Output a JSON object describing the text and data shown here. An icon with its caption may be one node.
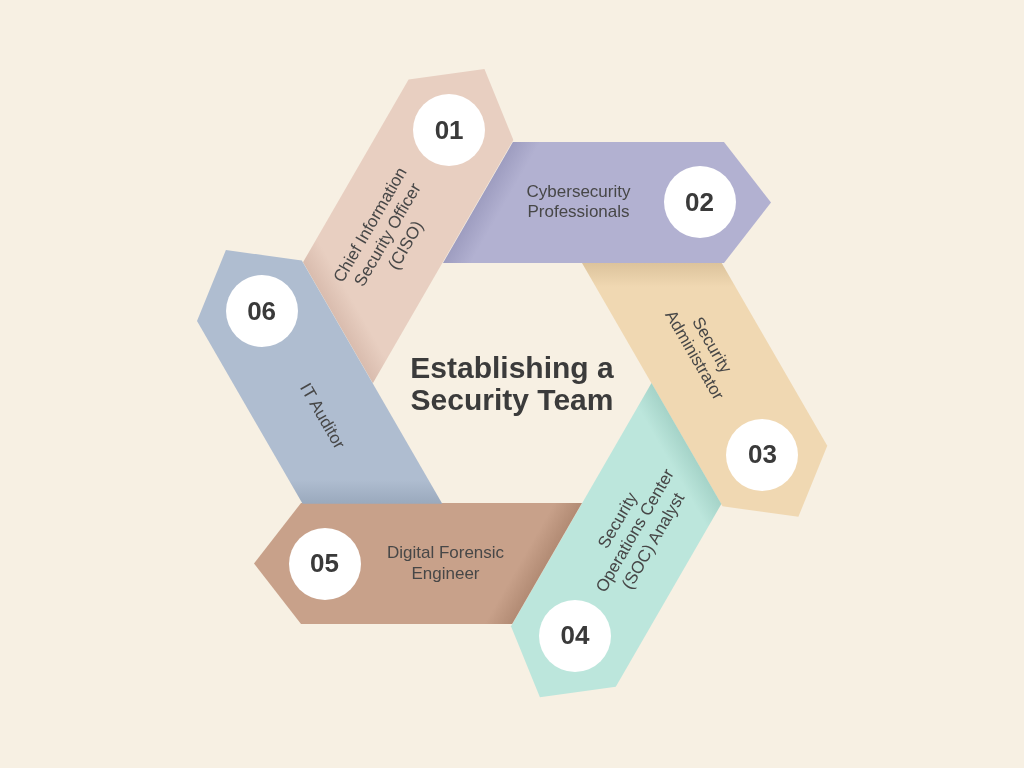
{
  "diagram": {
    "title": "Establishing a Security Team",
    "nodes": [
      {
        "text": [
          "Chief Information Security Officer (CISO)"
        ]
      },
      {
        "text": [
          "01"
        ],
        "in": 0
      },
      {
        "text": [
          "Cybersecurity Professionals"
        ]
      },
      {
        "text": [
          "02"
        ],
        "in": 2
      },
      {
        "text": [
          "Security Administrator"
        ]
      },
      {
        "text": [
          "03"
        ],
        "in": 4
      },
      {
        "text": [
          "Security Operations Center (SOC) Analyst"
        ]
      },
      {
        "text": [
          "04"
        ],
        "in": 6
      },
      {
        "text": [
          "Digital Forensic Engineer"
        ]
      },
      {
        "text": [
          "05"
        ],
        "in": 8
      },
      {
        "text": [
          "IT Auditor"
        ]
      },
      {
        "text": [
          "06"
        ],
        "in": 10
      }
    ]
  }
}
